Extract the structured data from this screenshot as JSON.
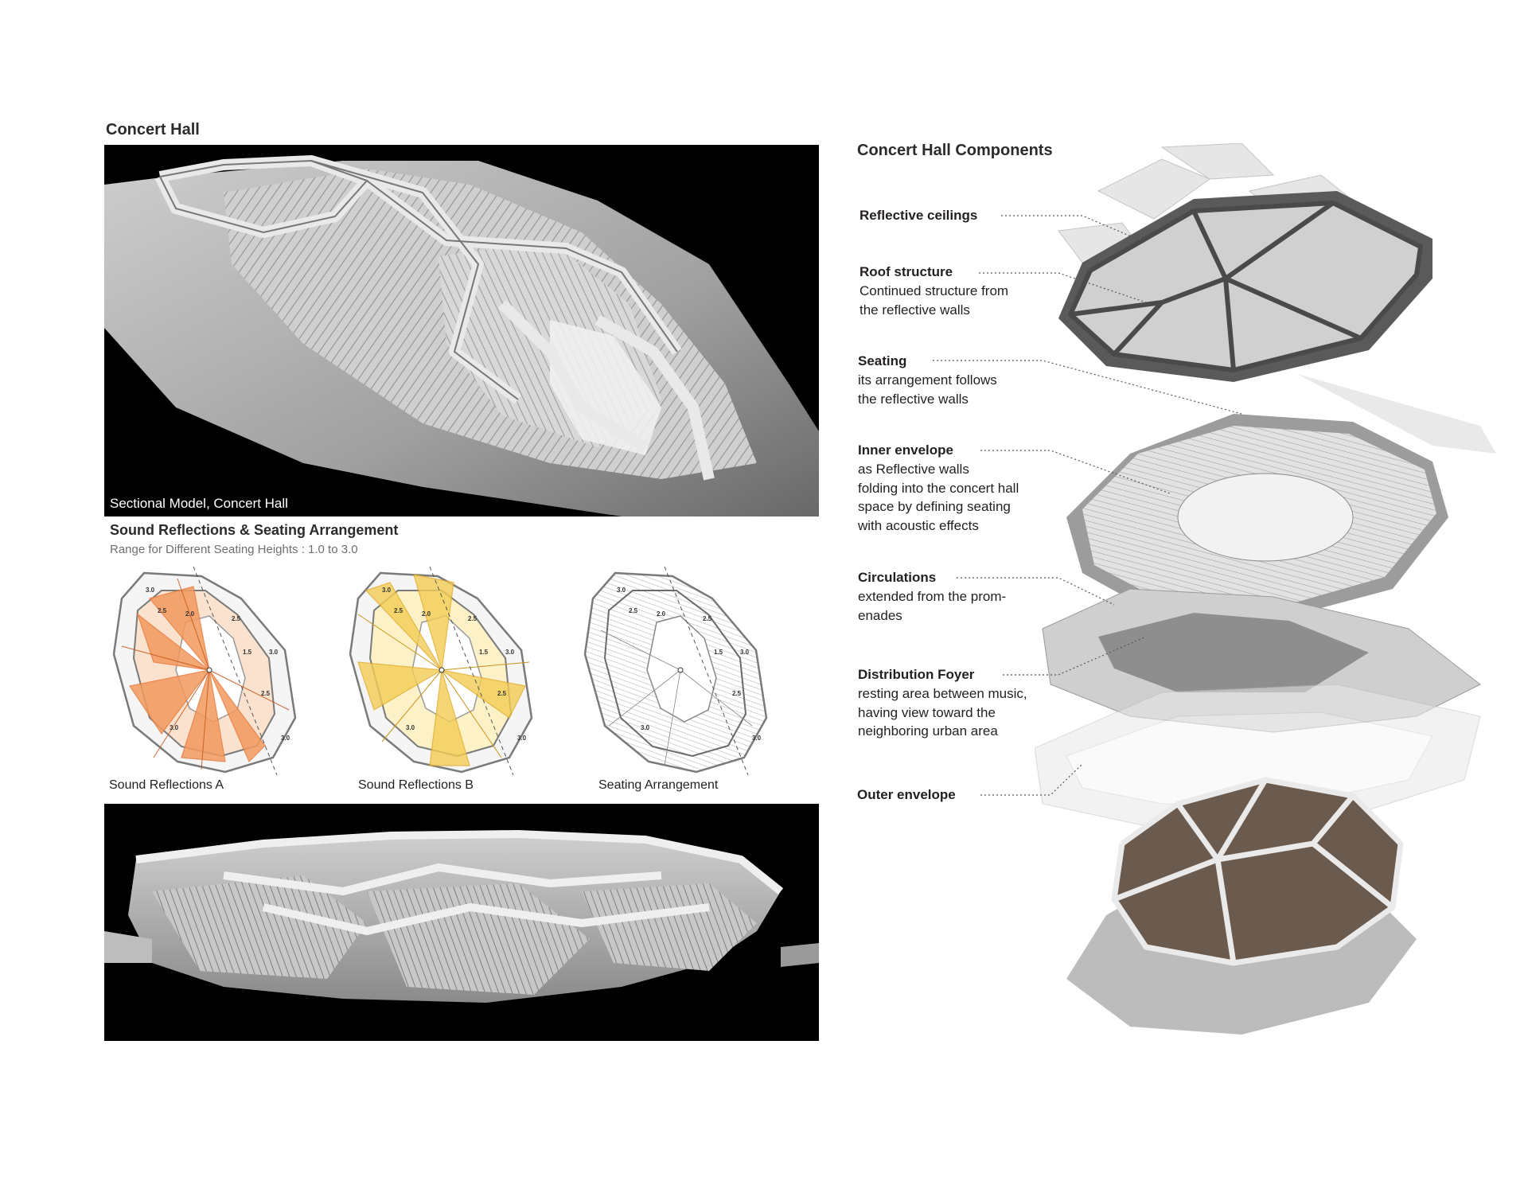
{
  "left_panel": {
    "title": "Concert Hall",
    "top_photo_caption": "Sectional Model, Concert Hall",
    "diagrams_title": "Sound Reflections & Seating Arrangement",
    "diagrams_subtitle": "Range for Different Seating Heights : 1.0 to 3.0",
    "diagrams": [
      {
        "label": "Sound Reflections A",
        "accent": "#e8793a"
      },
      {
        "label": "Sound Reflections B",
        "accent": "#f0c040"
      },
      {
        "label": "Seating Arrangement",
        "accent": "#555555"
      }
    ],
    "height_values": [
      "3.0",
      "2.5",
      "2.0",
      "2.5",
      "1.5",
      "3.0",
      "2.5",
      "3.0",
      "3.0"
    ]
  },
  "right_panel": {
    "title": "Concert Hall Components",
    "components": [
      {
        "name": "Reflective ceilings",
        "description": []
      },
      {
        "name": "Roof structure",
        "description": [
          "Continued structure from",
          "the reflective walls"
        ]
      },
      {
        "name": "Seating",
        "description": [
          "its arrangement follows",
          "the reflective walls"
        ]
      },
      {
        "name": "Inner envelope",
        "description": [
          "as Reflective walls",
          "folding into the concert hall",
          "space by defining seating",
          "with acoustic effects"
        ]
      },
      {
        "name": "Circulations",
        "description": [
          "extended from the prom-",
          "enades"
        ]
      },
      {
        "name": "Distribution Foyer",
        "description": [
          "resting area between music,",
          "having view toward the",
          "neighboring urban area"
        ]
      },
      {
        "name": "Outer envelope",
        "description": []
      }
    ]
  }
}
